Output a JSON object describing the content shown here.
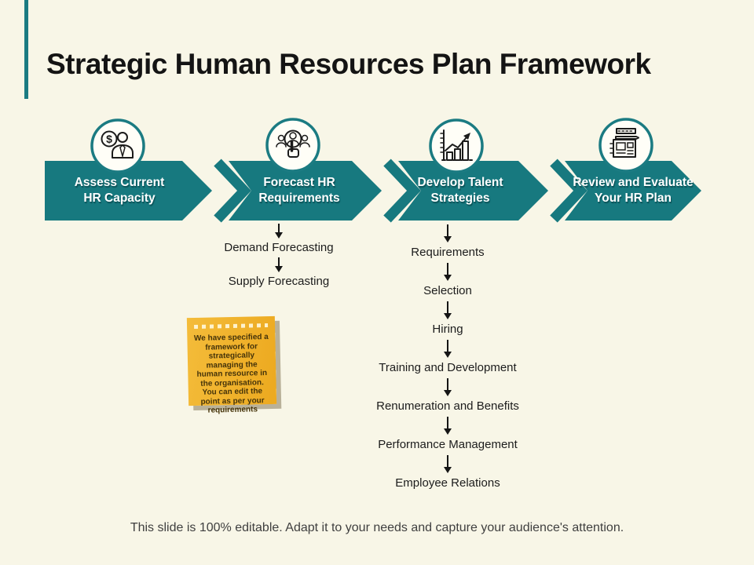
{
  "slide": {
    "title": "Strategic Human Resources Plan Framework",
    "caption": "This slide is 100% editable. Adapt it to your needs and capture your audience's attention."
  },
  "colors": {
    "teal": "#17797f",
    "background": "#f8f6e7",
    "sticky_yellow": "#f0b42d",
    "text_black": "#1c1c1c",
    "label_white": "#ffffff"
  },
  "arrows": [
    {
      "label": "Assess Current\nHR Capacity",
      "icon": "businessman-dollar-icon"
    },
    {
      "label": "Forecast HR\nRequirements",
      "icon": "talent-selection-icon"
    },
    {
      "label": "Develop Talent\nStrategies",
      "icon": "growth-chart-icon"
    },
    {
      "label": "Review and Evaluate\nYour HR Plan",
      "icon": "review-document-icon"
    }
  ],
  "flows": [
    {
      "steps": [
        "Demand Forecasting",
        "Supply Forecasting"
      ]
    },
    {
      "steps": [
        "Requirements",
        "Selection",
        "Hiring",
        "Training and Development",
        "Renumeration and Benefits",
        "Performance Management",
        "Employee Relations"
      ]
    }
  ],
  "sticky_note": {
    "text": "We have specified a framework for strategically managing the human resource in the organisation. You can edit the point as per your requirements"
  }
}
